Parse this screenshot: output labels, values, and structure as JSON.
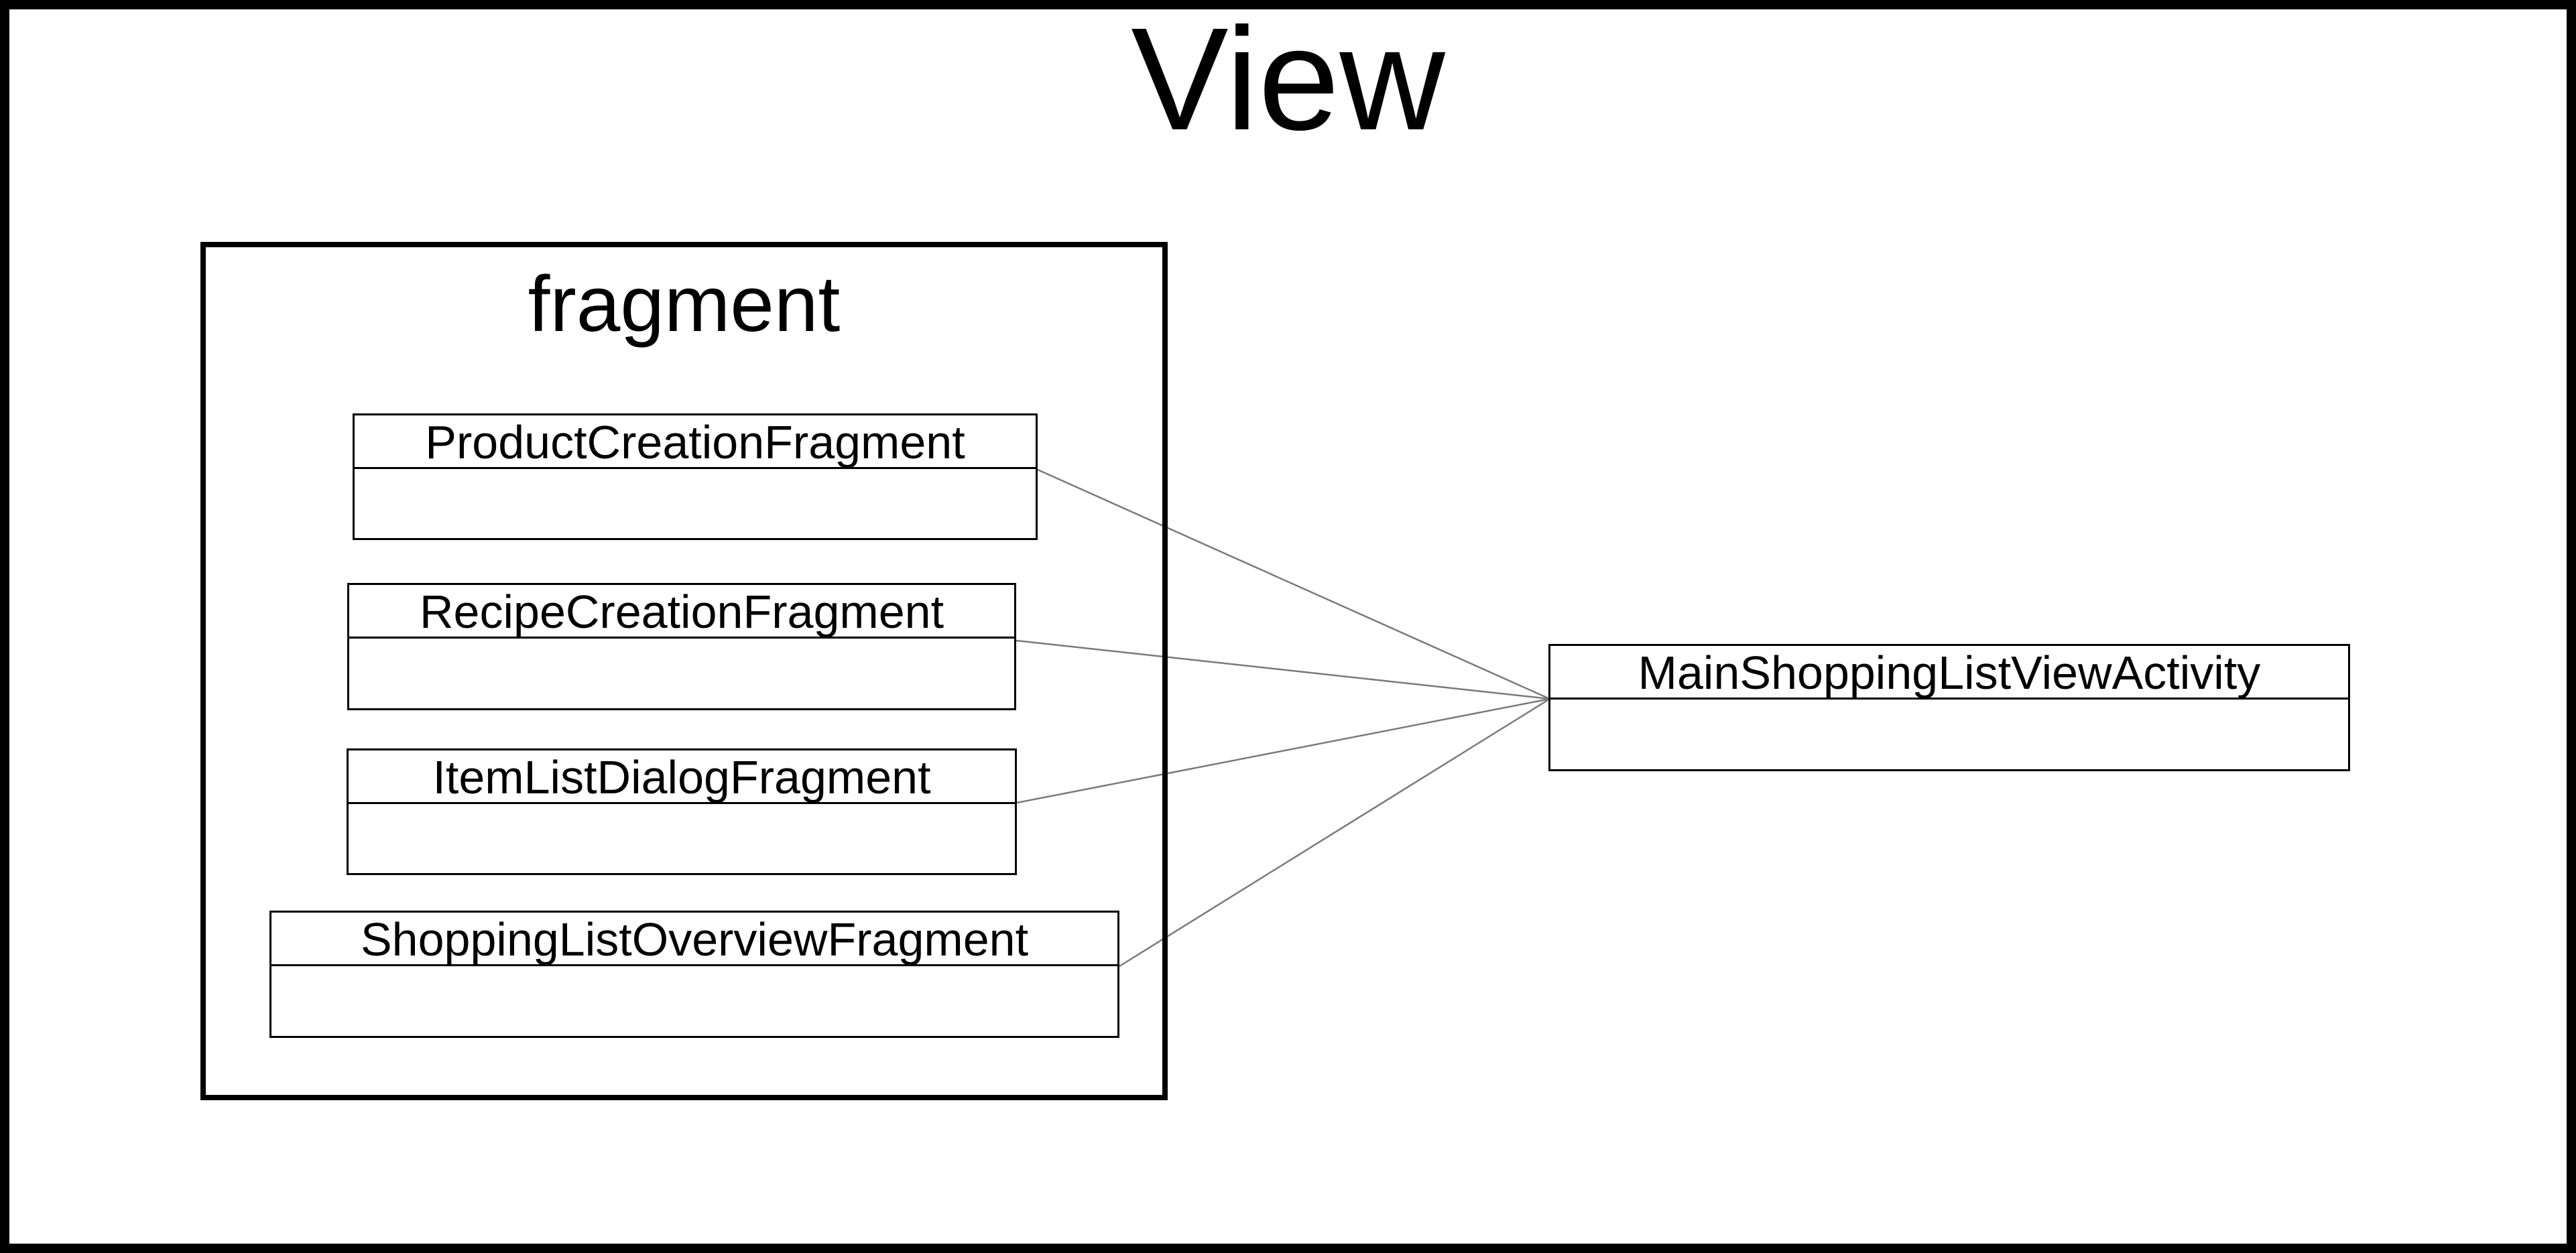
{
  "view_package": {
    "title": "View"
  },
  "fragment_package": {
    "title": "fragment"
  },
  "classes": {
    "product_creation_fragment": "ProductCreationFragment",
    "recipe_creation_fragment": "RecipeCreationFragment",
    "item_list_dialog_fragment": "ItemListDialogFragment",
    "shopping_list_overview_fragment": "ShoppingListOverviewFragment",
    "main_shopping_list_view_activity": "MainShoppingListViewActivity"
  },
  "associations": [
    {
      "from": "ProductCreationFragment",
      "to": "MainShoppingListViewActivity"
    },
    {
      "from": "RecipeCreationFragment",
      "to": "MainShoppingListViewActivity"
    },
    {
      "from": "ItemListDialogFragment",
      "to": "MainShoppingListViewActivity"
    },
    {
      "from": "ShoppingListOverviewFragment",
      "to": "MainShoppingListViewActivity"
    }
  ]
}
